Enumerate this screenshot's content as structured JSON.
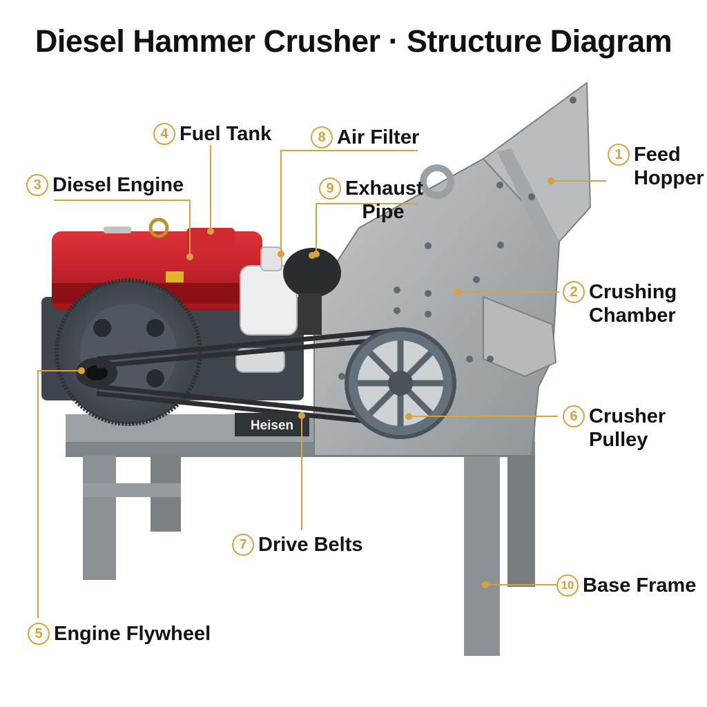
{
  "title": "Diesel Hammer Crusher · Structure Diagram",
  "colors": {
    "callout": "#d9a23a",
    "engine_red": "#c8202a",
    "steel_gray": "#a7abae",
    "dark_gray": "#4d545a"
  },
  "brand_plate": "Heisen",
  "labels": [
    {
      "id": "feed-hopper",
      "number": "1",
      "text": "Feed Hopper"
    },
    {
      "id": "crushing-chamber",
      "number": "2",
      "text": "Crushing Chamber"
    },
    {
      "id": "diesel-engine",
      "number": "3",
      "text": "Diesel Engine"
    },
    {
      "id": "fuel-tank",
      "number": "4",
      "text": "Fuel Tank"
    },
    {
      "id": "engine-flywheel",
      "number": "5",
      "text": "Engine Flywheel"
    },
    {
      "id": "crusher-pulley",
      "number": "6",
      "text": "Crusher Pulley"
    },
    {
      "id": "drive-belts",
      "number": "7",
      "text": "Drive Belts"
    },
    {
      "id": "air-filter",
      "number": "8",
      "text": "Air Filter"
    },
    {
      "id": "exhaust-pipe",
      "number": "9",
      "text": "Exhaust Pipe"
    },
    {
      "id": "base-frame",
      "number": "10",
      "text": "Base Frame"
    }
  ]
}
